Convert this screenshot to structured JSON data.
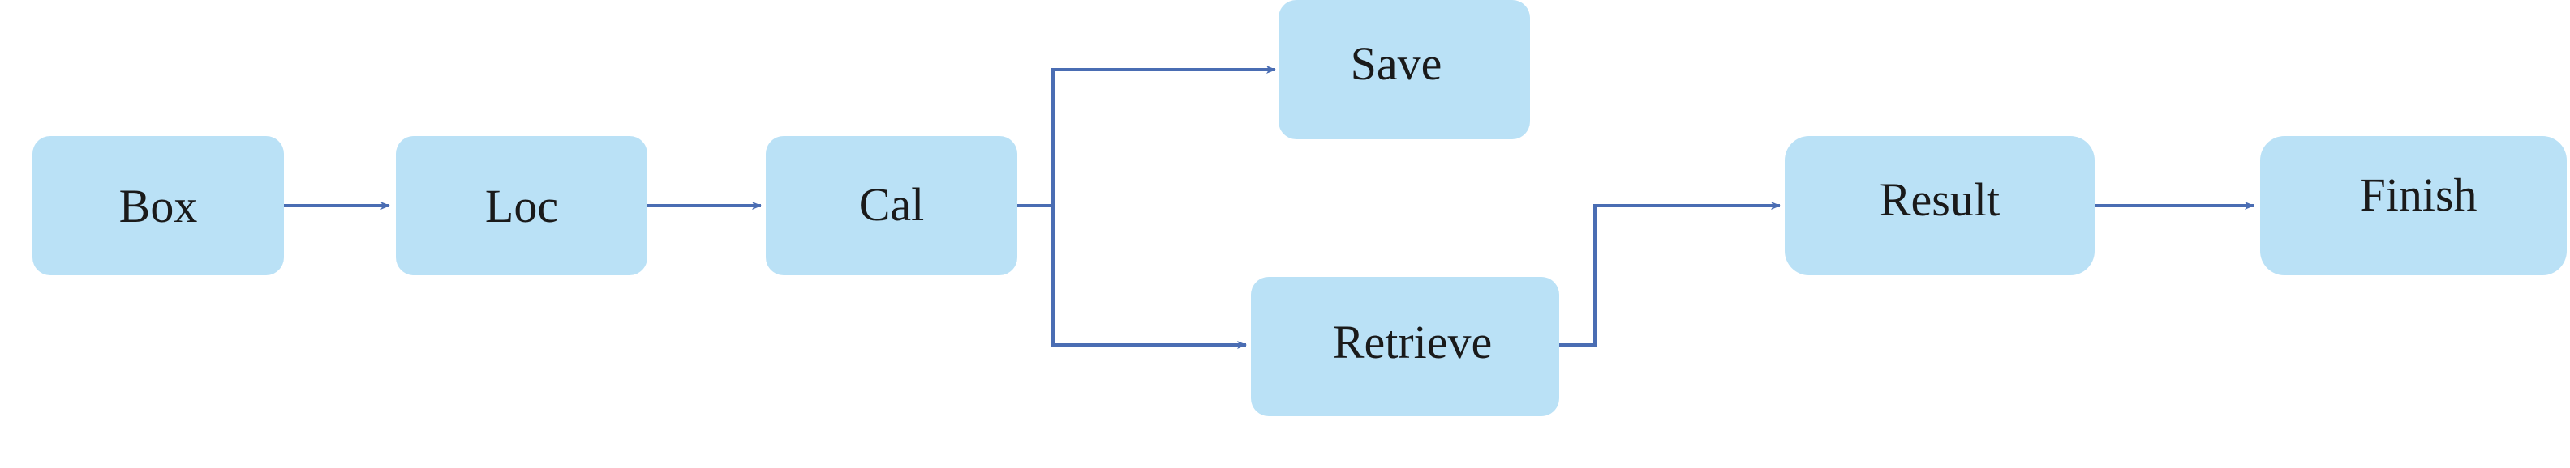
{
  "diagram": {
    "nodes": [
      {
        "id": "box",
        "label": "Box"
      },
      {
        "id": "loc",
        "label": "Loc"
      },
      {
        "id": "cal",
        "label": "Cal"
      },
      {
        "id": "save",
        "label": "Save"
      },
      {
        "id": "retrieve",
        "label": "Retrieve"
      },
      {
        "id": "result",
        "label": "Result"
      },
      {
        "id": "finish",
        "label": "Finish"
      }
    ],
    "edges": [
      {
        "from": "box",
        "to": "loc"
      },
      {
        "from": "loc",
        "to": "cal"
      },
      {
        "from": "cal",
        "to": "save"
      },
      {
        "from": "cal",
        "to": "retrieve"
      },
      {
        "from": "retrieve",
        "to": "result"
      },
      {
        "from": "result",
        "to": "finish"
      }
    ],
    "colors": {
      "node_fill": "#bae1f6",
      "edge_stroke": "#4a6db3",
      "label_text": "#1a1a1a"
    }
  }
}
